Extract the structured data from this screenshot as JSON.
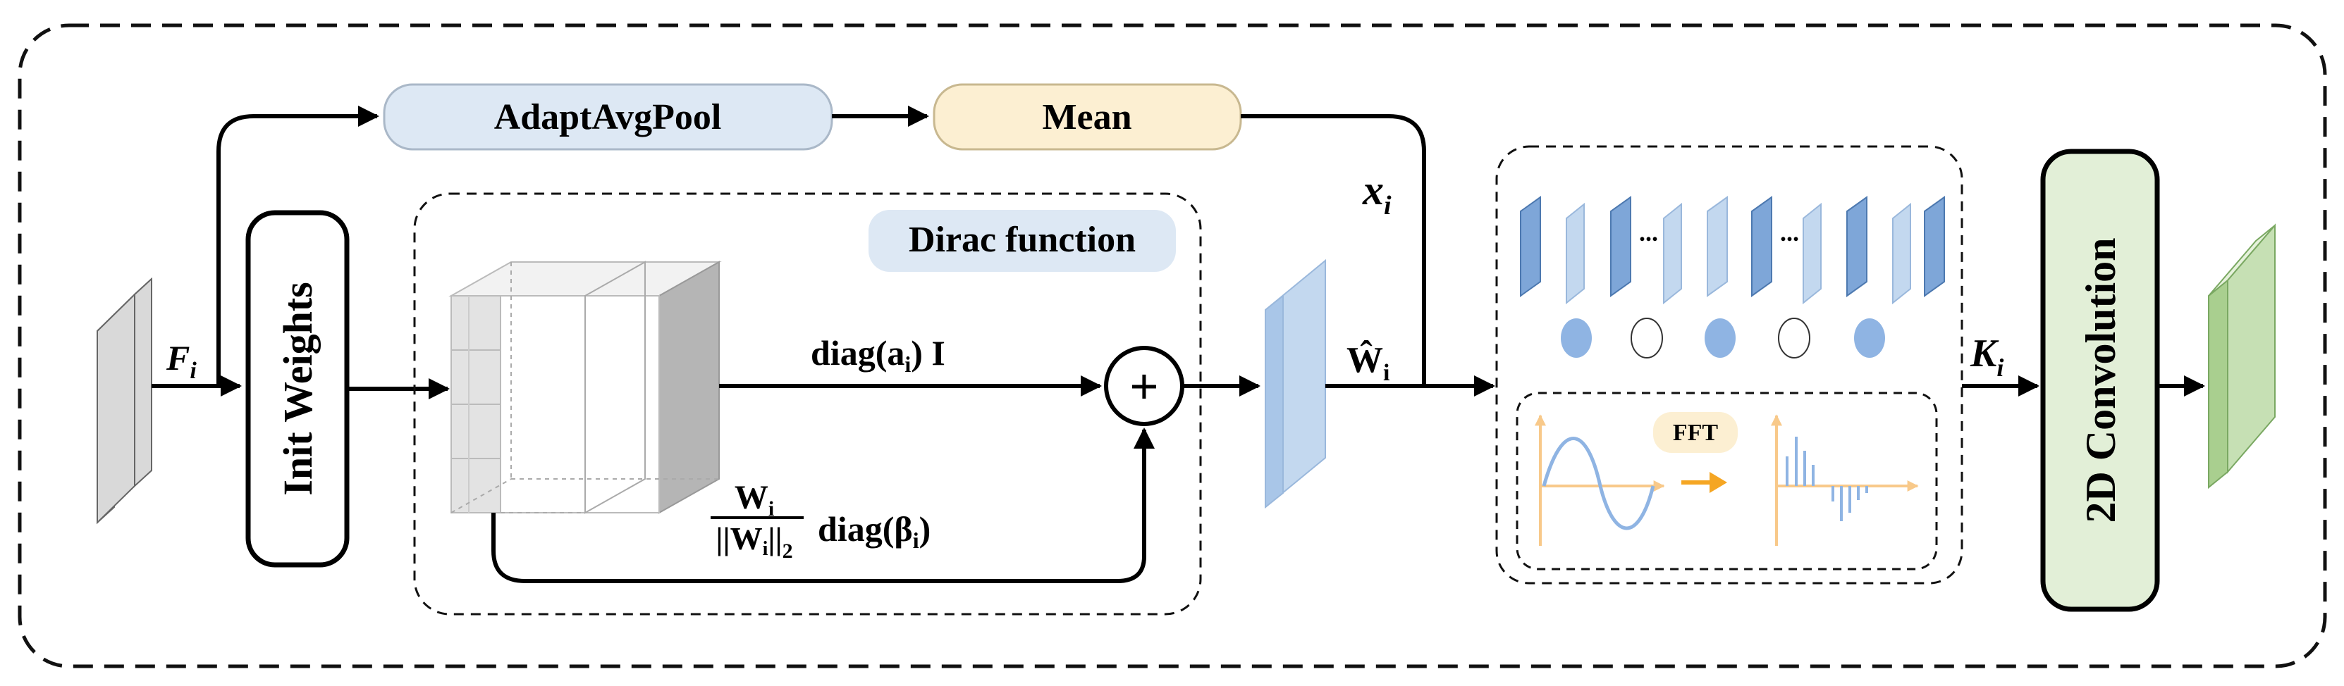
{
  "labels": {
    "adapt_avg_pool": "AdaptAvgPool",
    "mean": "Mean",
    "init_weights": "Init Weights",
    "dirac_function": "Dirac function",
    "diag_a_i": "diag(a",
    "diag_a_sub": "i",
    "diag_a_tail": ") I",
    "plus": "+",
    "fraction_num": "W",
    "fraction_num_sub": "i",
    "fraction_den": "||W",
    "fraction_den_sub": "i",
    "fraction_den_tail": "||",
    "fraction_den_sub2": "2",
    "diag_beta": "diag(β",
    "diag_beta_sub": "i",
    "diag_beta_tail": ")",
    "f_i": "F",
    "f_i_sub": "i",
    "x_i": "x",
    "x_i_sub": "i",
    "w_hat": "Ŵ",
    "w_hat_sub": "i",
    "k_i": "K",
    "k_i_sub": "i",
    "fft": "FFT",
    "conv2d": "2D Convolution",
    "ellipsis": "..."
  },
  "colors": {
    "pool_fill": "#dde8f4",
    "mean_fill": "#fcefd2",
    "dirac_fill": "#dde8f4",
    "fft_fill": "#fcefd2",
    "conv_fill": "#e2efd7",
    "blue_dark": "#7ea6d8",
    "blue_light": "#c3d8ef",
    "gray_map": "#d8d8d8",
    "green_map": "#c6e0b4",
    "wave_blue": "#8fb4e3",
    "axis_orange": "#f8c98a",
    "arrow_orange": "#f5a623"
  }
}
